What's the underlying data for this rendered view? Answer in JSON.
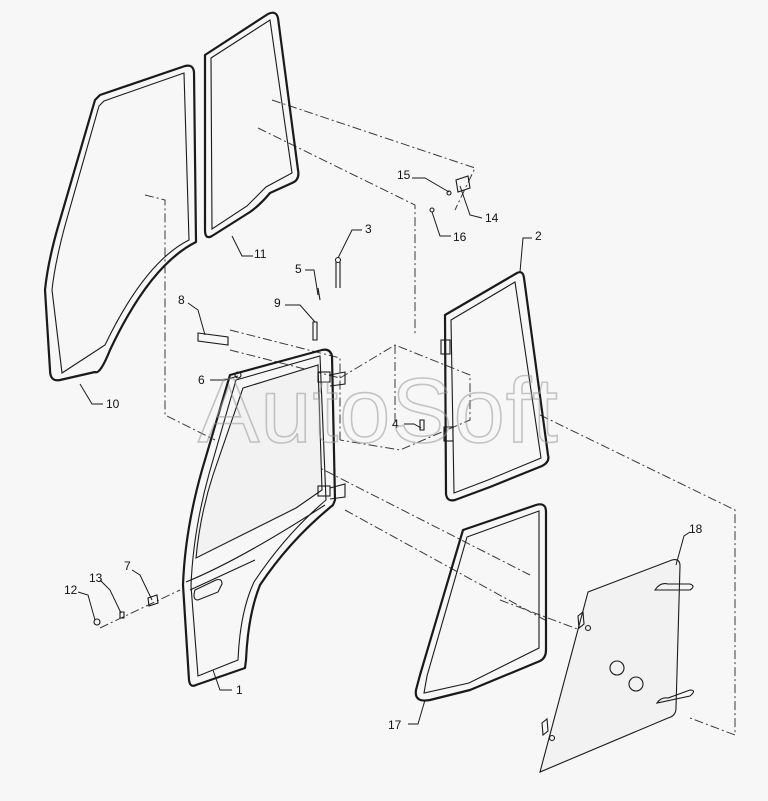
{
  "diagram": {
    "watermark": "AutoSoft",
    "callouts": [
      {
        "id": "1",
        "text": "1"
      },
      {
        "id": "2",
        "text": "2"
      },
      {
        "id": "3",
        "text": "3"
      },
      {
        "id": "4",
        "text": "4"
      },
      {
        "id": "5",
        "text": "5"
      },
      {
        "id": "6",
        "text": "6"
      },
      {
        "id": "7",
        "text": "7"
      },
      {
        "id": "8",
        "text": "8"
      },
      {
        "id": "9",
        "text": "9"
      },
      {
        "id": "10",
        "text": "10"
      },
      {
        "id": "11",
        "text": "11"
      },
      {
        "id": "12",
        "text": "12"
      },
      {
        "id": "13",
        "text": "13"
      },
      {
        "id": "14",
        "text": "14"
      },
      {
        "id": "15",
        "text": "15"
      },
      {
        "id": "16",
        "text": "16"
      },
      {
        "id": "17",
        "text": "17"
      },
      {
        "id": "18",
        "text": "18"
      }
    ]
  }
}
